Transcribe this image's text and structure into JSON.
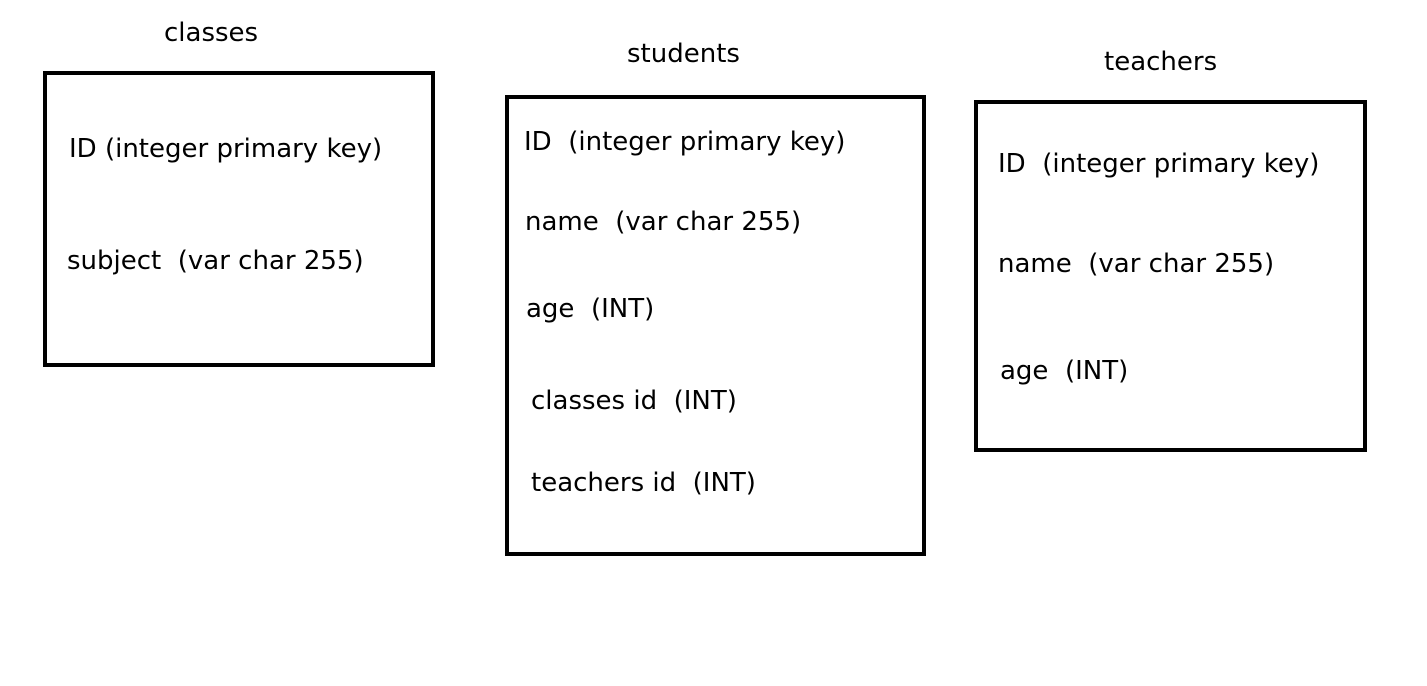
{
  "tables": [
    {
      "name": "classes",
      "fields": [
        "ID (integer primary key)",
        "subject  (var char 255)"
      ]
    },
    {
      "name": "students",
      "fields": [
        "ID  (integer primary key)",
        "name  (var char 255)",
        "age  (INT)",
        "classes id  (INT)",
        "teachers id  (INT)"
      ]
    },
    {
      "name": "teachers",
      "fields": [
        "ID  (integer primary key)",
        "name  (var char 255)",
        "age  (INT)"
      ]
    }
  ]
}
